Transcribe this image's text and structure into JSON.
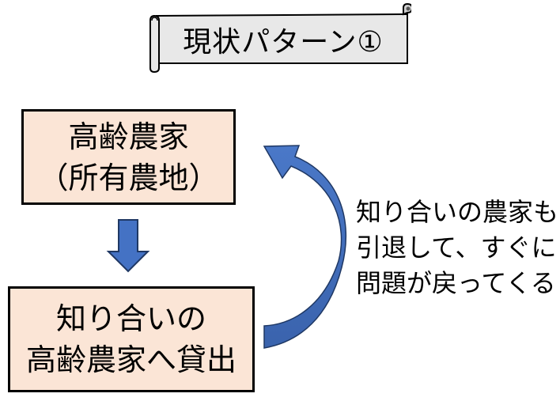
{
  "title": {
    "text": "現状パターン①",
    "shape": "horizontal-scroll-banner",
    "fill": "#e8e8e8"
  },
  "boxes": [
    {
      "id": "elderly-farmer",
      "lines": [
        "高齢農家",
        "（所有農地）"
      ],
      "fill": "#fbe5d6"
    },
    {
      "id": "lend-to-acquaintance",
      "lines": [
        "知り合いの",
        "高齢農家へ貸出"
      ],
      "fill": "#fbe5d6"
    }
  ],
  "arrows": {
    "down_arrow": {
      "from": "elderly-farmer",
      "to": "lend-to-acquaintance",
      "color": "#4472c4"
    },
    "return_arrow": {
      "from": "lend-to-acquaintance",
      "to": "elderly-farmer",
      "color": "#4472c4",
      "shape": "curved-left"
    }
  },
  "note": {
    "lines": [
      "知り合いの農家も",
      "引退して、すぐに",
      "問題が戻ってくる"
    ]
  }
}
